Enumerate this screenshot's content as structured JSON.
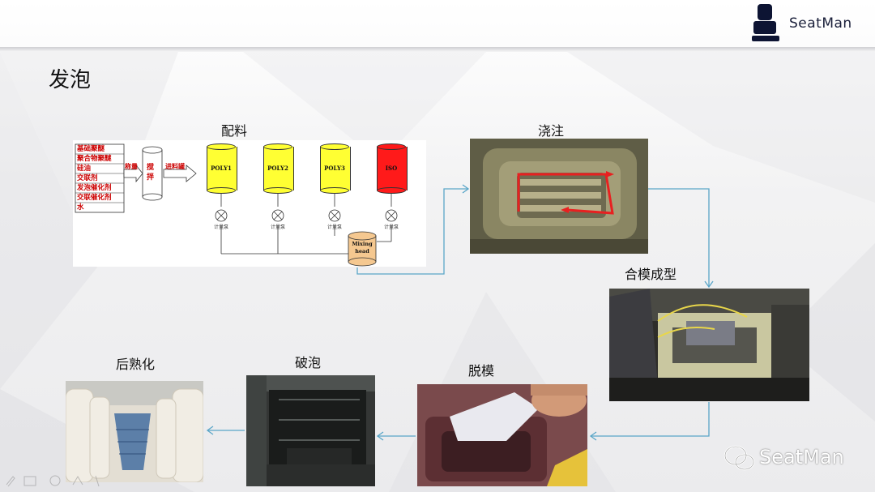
{
  "slide": {
    "title": "发泡",
    "logo_text": "SeatMan",
    "watermark_text": "SeatMan"
  },
  "steps": [
    {
      "label": "配料"
    },
    {
      "label": "浇注"
    },
    {
      "label": "合模成型"
    },
    {
      "label": "脱模"
    },
    {
      "label": "破泡"
    },
    {
      "label": "后熟化"
    }
  ],
  "diagram": {
    "ingredients": [
      "基础聚醚",
      "聚合物聚醚",
      "硅油",
      "交联剂",
      "发泡催化剂",
      "交联催化剂",
      "水"
    ],
    "arrow1_label": "称量",
    "mixer_label": "搅拌",
    "arrow2_label": "进料罐",
    "tanks": [
      {
        "label": "POLY1",
        "color": "#ffff33"
      },
      {
        "label": "POLY2",
        "color": "#ffff33"
      },
      {
        "label": "POLY3",
        "color": "#ffff33"
      },
      {
        "label": "ISO",
        "color": "#ff1a1a"
      }
    ],
    "pump_label": "计量泵",
    "mixing_head_label": "Mixing head"
  },
  "colors": {
    "flow_arrow": "#5aa6c8",
    "ingredient_text": "#cc0000",
    "pour_arrow": "#e82020"
  }
}
